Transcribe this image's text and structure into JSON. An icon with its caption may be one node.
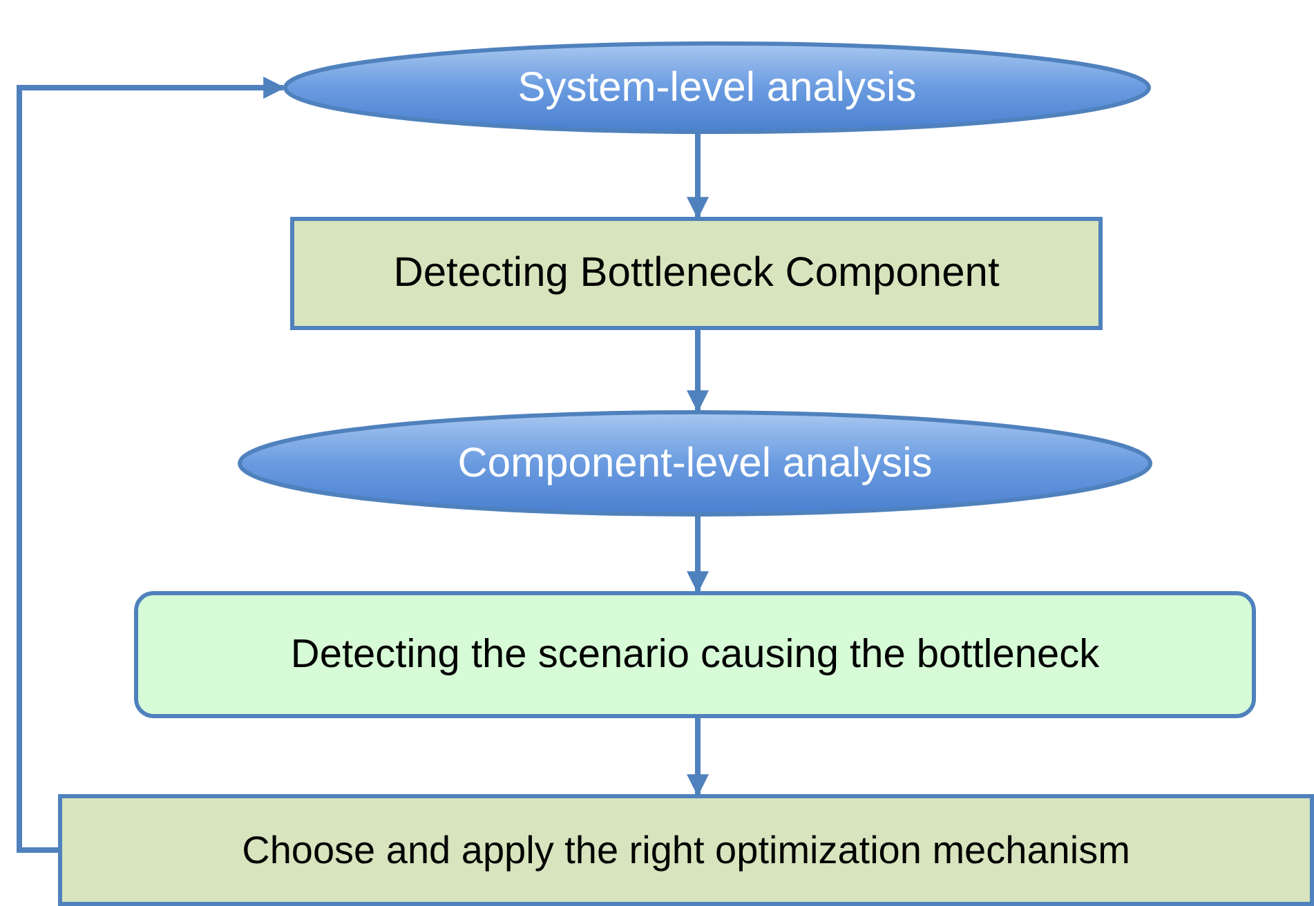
{
  "diagram": {
    "nodes": [
      {
        "text": [
          "System-level analysis"
        ]
      },
      {
        "text": [
          "Detecting Bottleneck Component"
        ]
      },
      {
        "text": [
          "Component-level analysis"
        ]
      },
      {
        "text": [
          "Detecting the scenario causing the bottleneck"
        ]
      },
      {
        "text": [
          "Choose and apply the right optimization mechanism"
        ]
      }
    ],
    "edges": [
      {
        "from": 0,
        "to": 1,
        "arrow": "to"
      },
      {
        "from": 1,
        "to": 2,
        "arrow": "to"
      },
      {
        "from": 2,
        "to": 3,
        "arrow": "to"
      },
      {
        "from": 3,
        "to": 4,
        "arrow": "to"
      },
      {
        "from": 4,
        "to": 0,
        "arrow": "to"
      }
    ]
  }
}
